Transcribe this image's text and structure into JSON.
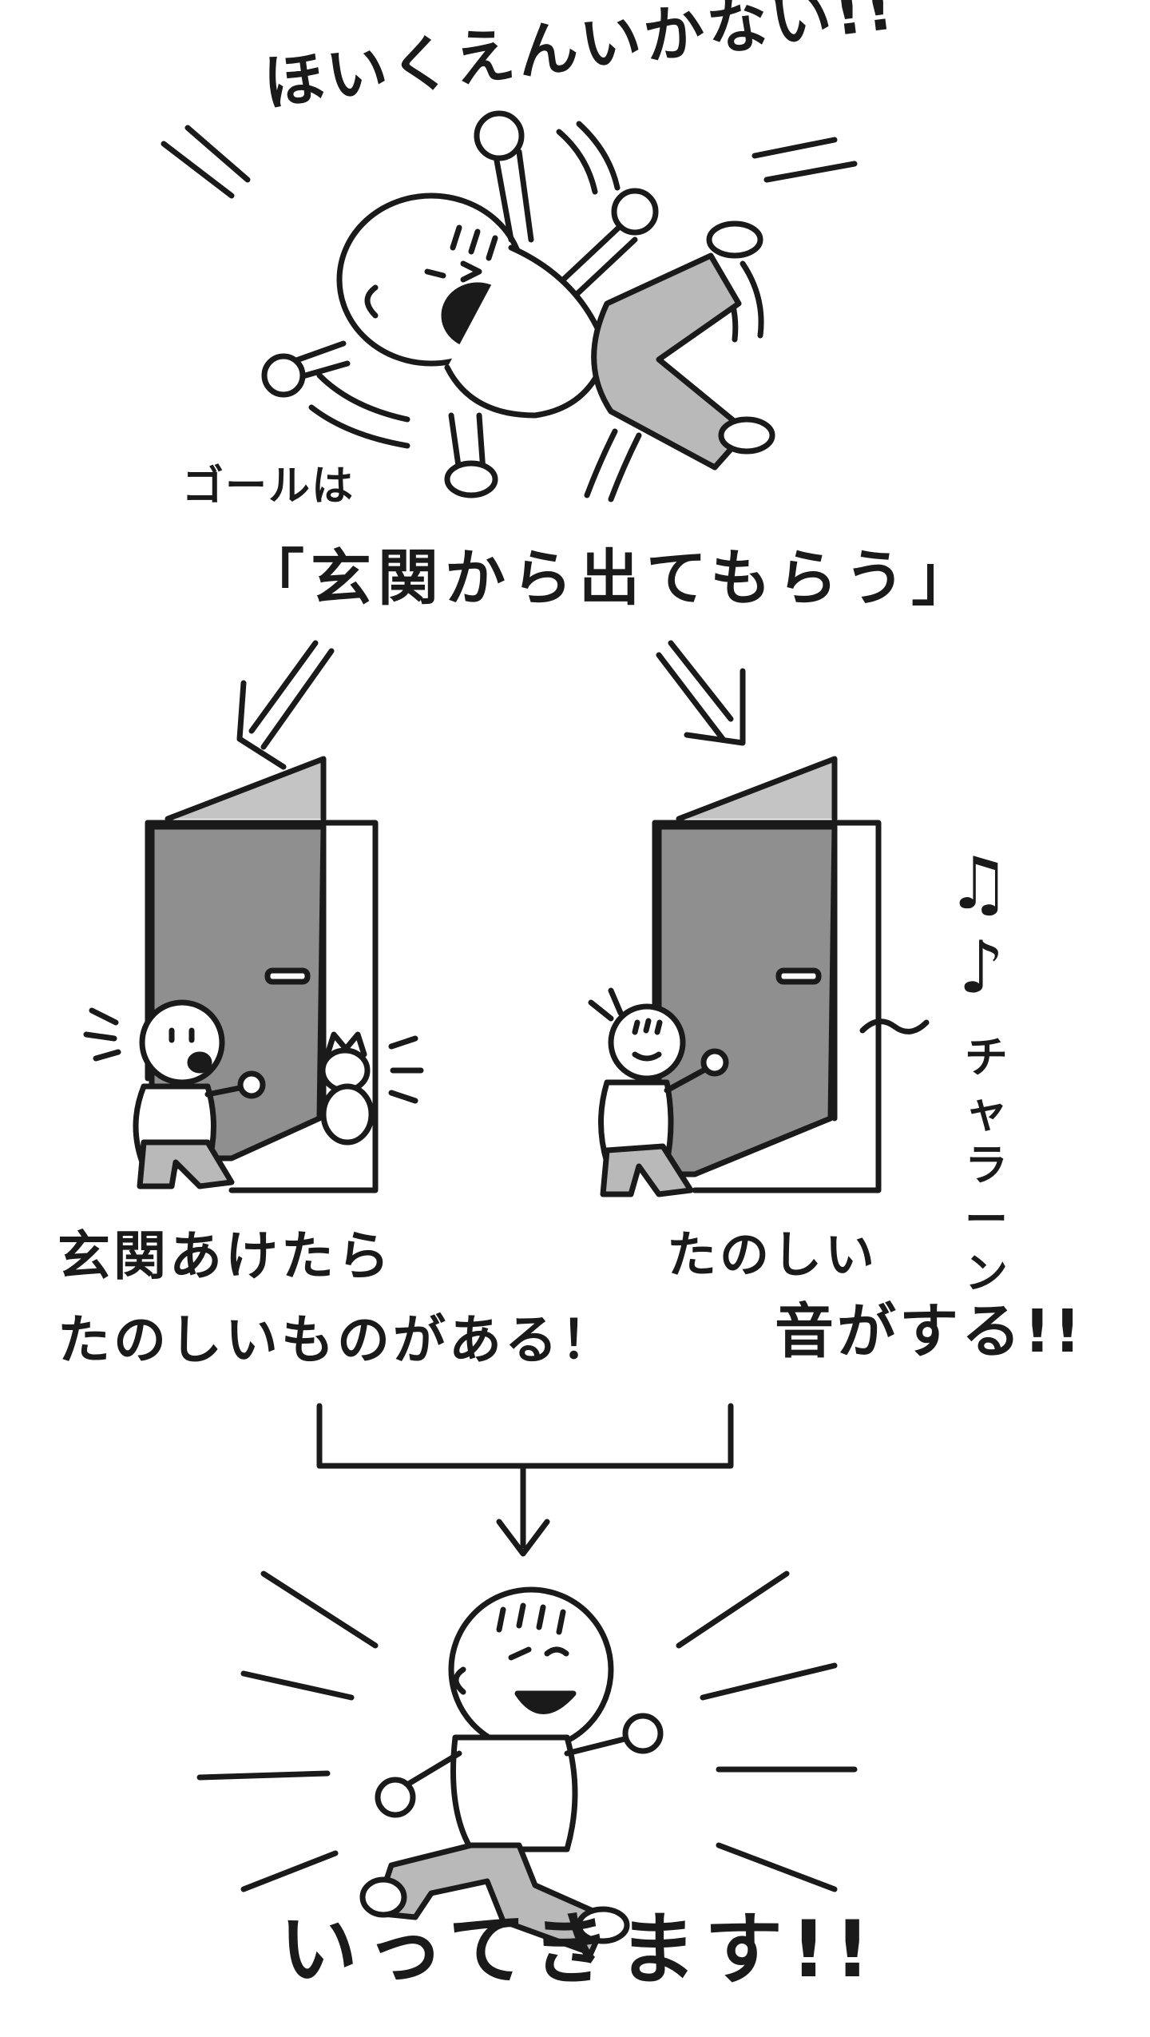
{
  "texts": {
    "shout": "ほいくえんいかない!!",
    "goal_line1": "ゴールは",
    "goal_line2": "「玄関から出てもらう」",
    "left_caption_line1": "玄関あけたら",
    "left_caption_line2": "たのしいものがある！",
    "right_caption_line1": "たのしい",
    "right_caption_line2": "音がする!!",
    "chime": "チャラーン",
    "bottom_shout": "いってきます!!"
  },
  "colors": {
    "ink": "#1a1a1a",
    "door_gray": "#8f8f8f",
    "door_light": "#c4c4c4",
    "pants_gray": "#b9b9b9",
    "paper": "#ffffff"
  },
  "icons": {
    "music_note_double": "♫",
    "music_note": "♪"
  }
}
